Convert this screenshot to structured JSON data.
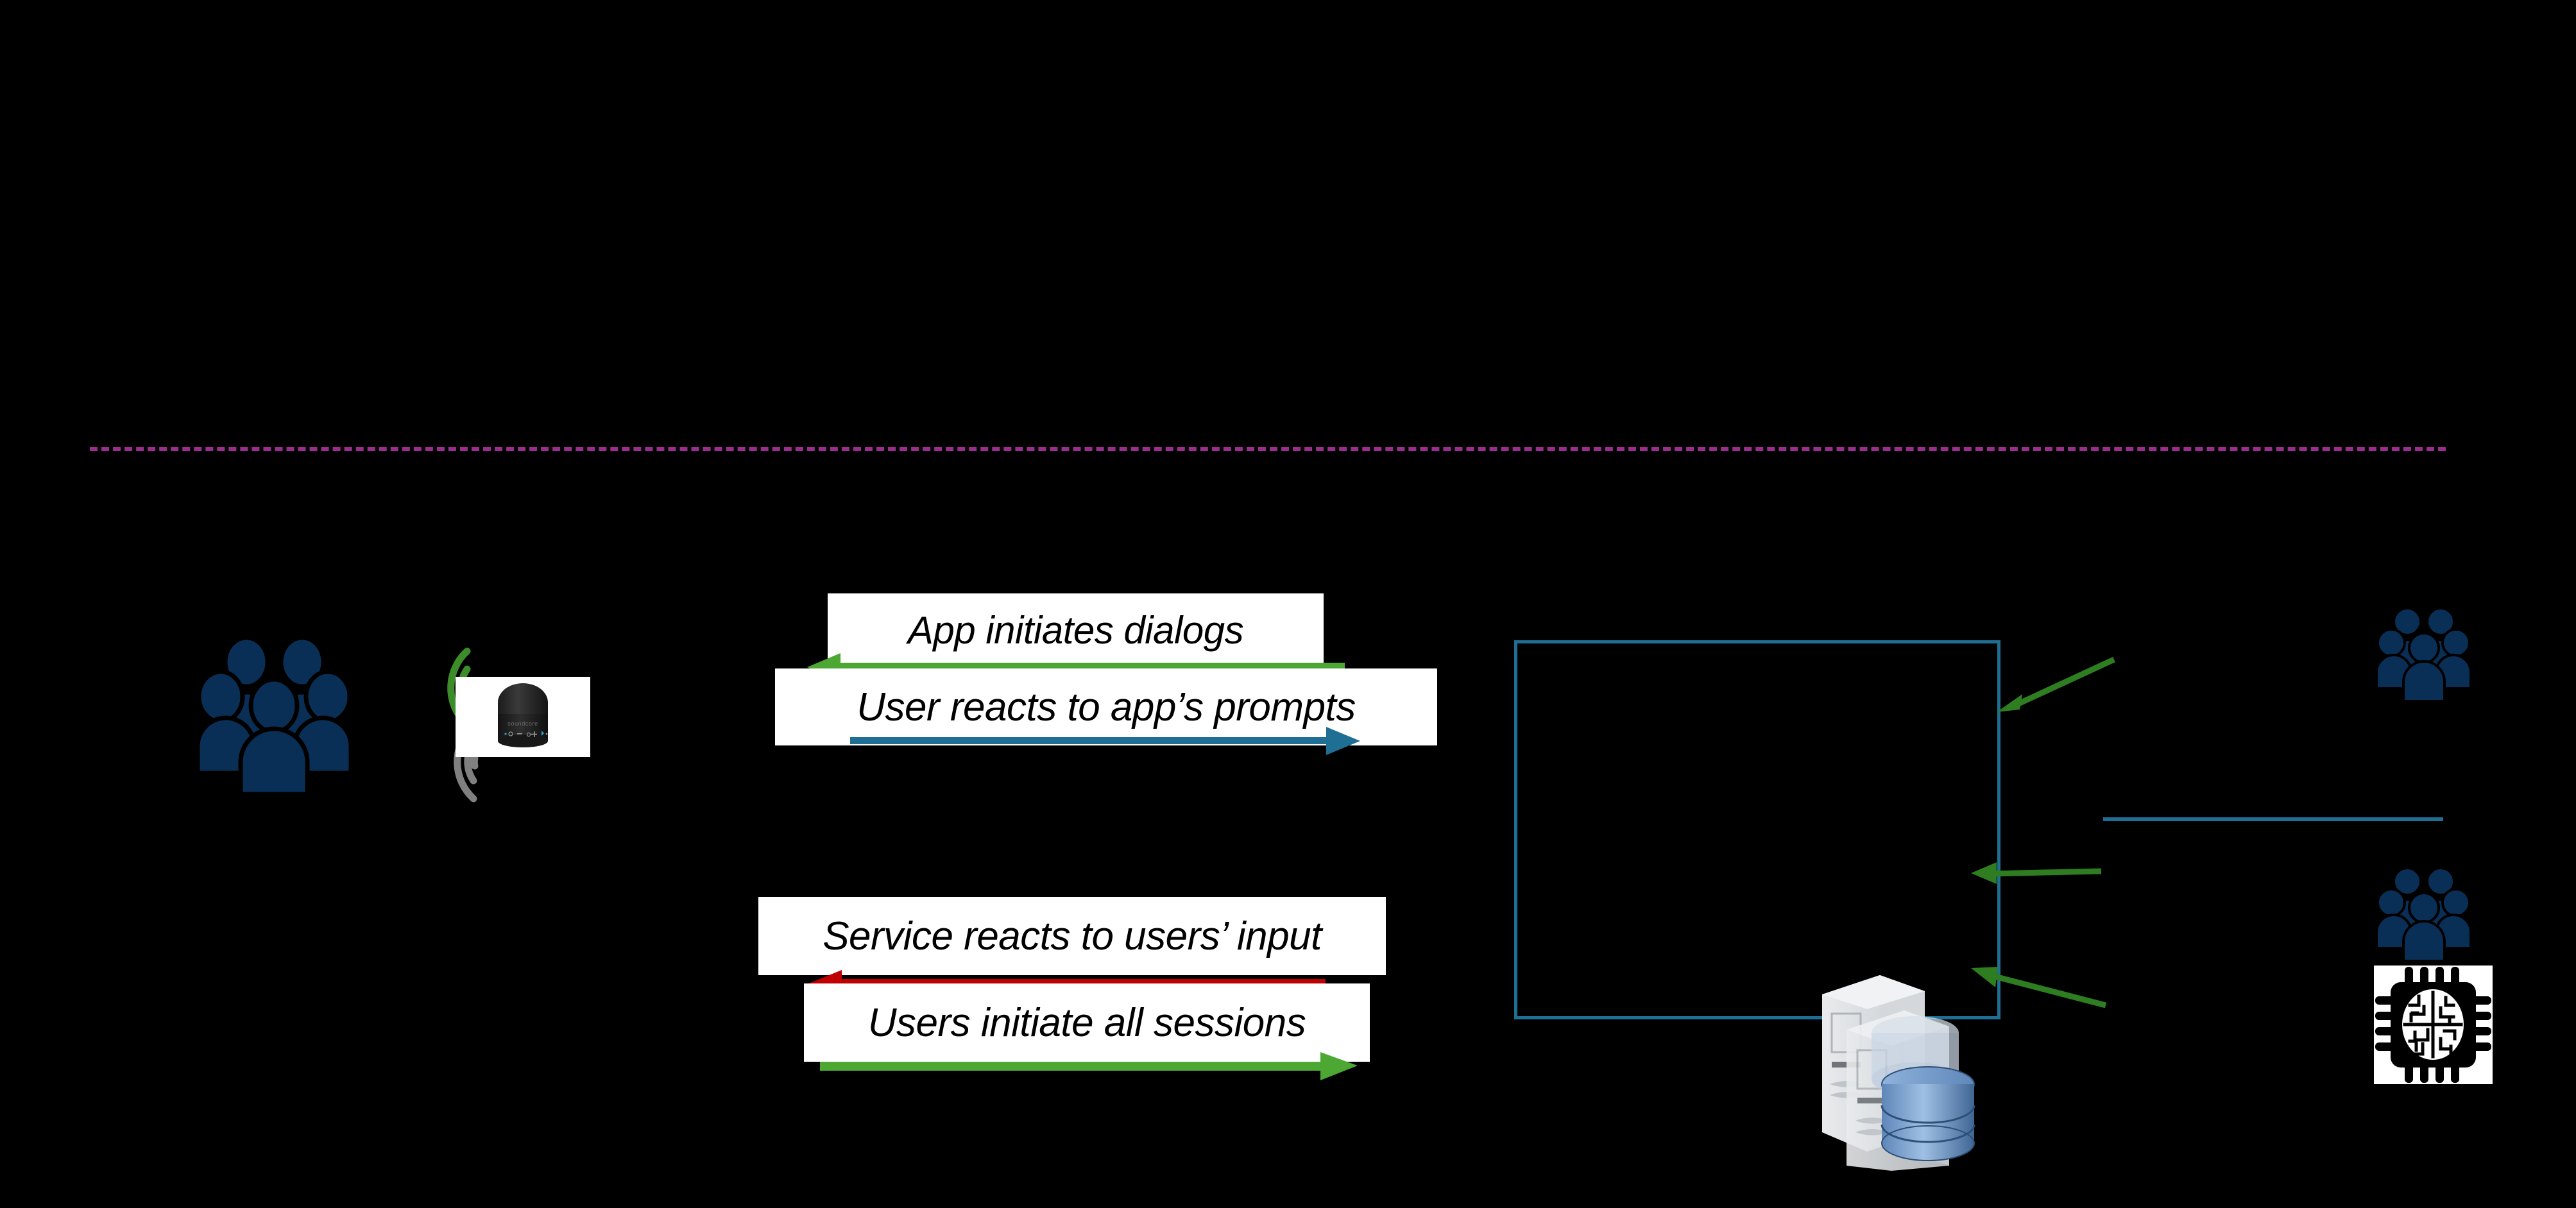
{
  "diagram": {
    "background_color": "#000000",
    "divider": {
      "name": "dashed-divider",
      "color": "#9B2D8F",
      "style": "dashed"
    },
    "labels": [
      {
        "id": "app-initiates",
        "text": "App initiates dialogs",
        "arrow_direction": "left",
        "arrow_color": "#4CA832"
      },
      {
        "id": "user-reacts",
        "text": "User reacts to app’s prompts",
        "arrow_direction": "right",
        "arrow_color": "#1F6E94"
      },
      {
        "id": "service-reacts",
        "text": "Service reacts to users’ input",
        "arrow_direction": "left",
        "arrow_color": "#C00000"
      },
      {
        "id": "users-initiate",
        "text": "Users initiate all sessions",
        "arrow_direction": "right",
        "arrow_color": "#4CA832"
      }
    ],
    "icons": [
      {
        "id": "people-left",
        "name": "people-group-icon",
        "color": "#0A2F56"
      },
      {
        "id": "sound-waves-green",
        "name": "sound-wave-icon",
        "color": "#3C8C2A"
      },
      {
        "id": "sound-waves-grey",
        "name": "sound-wave-icon",
        "color": "#808080"
      },
      {
        "id": "smart-speaker",
        "name": "smart-speaker-icon",
        "color": "#2B2B2B"
      },
      {
        "id": "people-right-top",
        "name": "people-group-icon",
        "color": "#0A2F56"
      },
      {
        "id": "people-right-bottom",
        "name": "people-group-icon",
        "color": "#0A2F56"
      },
      {
        "id": "server-database",
        "name": "server-database-icon",
        "color": "#C8CCD0"
      },
      {
        "id": "ai-chip",
        "name": "ai-chip-icon",
        "color": "#000000"
      }
    ],
    "shapes": [
      {
        "id": "service-boundary",
        "name": "service-boundary-box",
        "color": "#1F6E94",
        "style": "solid-outline"
      },
      {
        "id": "rule-blue-right",
        "name": "horizontal-rule",
        "color": "#1F6E94",
        "style": "solid"
      }
    ],
    "connectors": [
      {
        "id": "conn-top",
        "name": "connector-arrow-top",
        "color": "#2E7D21",
        "direction": "left"
      },
      {
        "id": "conn-middle",
        "name": "connector-arrow-middle",
        "color": "#2E7D21",
        "direction": "left"
      },
      {
        "id": "conn-bottom",
        "name": "connector-arrow-bottom",
        "color": "#2E7D21",
        "direction": "left"
      }
    ]
  }
}
